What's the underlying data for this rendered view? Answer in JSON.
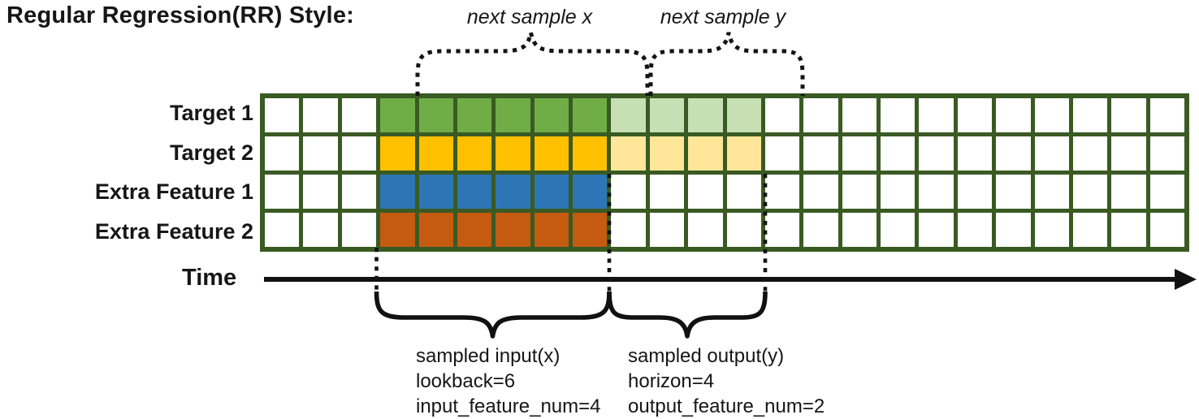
{
  "title": "Regular Regression(RR) Style:",
  "colors": {
    "grid_border": "#3A5A23",
    "empty_cell": "#FFFFFF",
    "ink": "#111111"
  },
  "grid": {
    "columns": 24,
    "input_start": 3,
    "input_len": 6,
    "output_len": 4,
    "rows": [
      {
        "label": "Target 1",
        "input_color": "#70AD47",
        "output_color": "#C6E0B4"
      },
      {
        "label": "Target 2",
        "input_color": "#FFC000",
        "output_color": "#FFE699"
      },
      {
        "label": "Extra Feature 1",
        "input_color": "#2E75B6",
        "output_color": null
      },
      {
        "label": "Extra Feature 2",
        "input_color": "#C55A11",
        "output_color": null
      }
    ]
  },
  "time_axis": {
    "label": "Time"
  },
  "annotations": {
    "next_x": "next sample x",
    "next_y": "next sample y",
    "input": {
      "lines": [
        "sampled input(x)",
        "lookback=6",
        "input_feature_num=4"
      ]
    },
    "output": {
      "lines": [
        "sampled output(y)",
        "horizon=4",
        "output_feature_num=2"
      ]
    }
  }
}
